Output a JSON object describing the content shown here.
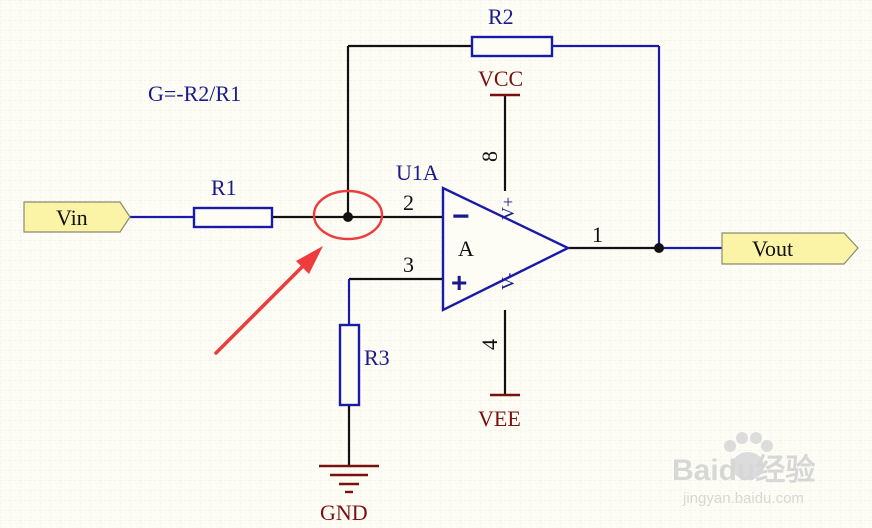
{
  "formula": "G=-R2/R1",
  "opamp": {
    "designator": "U1A",
    "part": "A",
    "pin_inverting": "2",
    "pin_noninverting": "3",
    "pin_output": "1",
    "pin_vplus": "8",
    "pin_vminus": "4",
    "label_vplus": "V+",
    "label_vminus": "V-",
    "sign_minus": "−",
    "sign_plus": "+"
  },
  "resistors": {
    "r1": "R1",
    "r2": "R2",
    "r3": "R3"
  },
  "ports": {
    "input": "Vin",
    "output": "Vout"
  },
  "power": {
    "positive": "VCC",
    "negative": "VEE",
    "ground": "GND"
  },
  "watermark": {
    "brand": "Baidu经验",
    "url": "jingyan.baidu.com"
  },
  "colors": {
    "wire_black": "#111111",
    "component_blue": "#1a1aa8",
    "power_red": "#7a1010",
    "port_fill": "#fbf3a6",
    "highlight": "#ee3b3b"
  }
}
